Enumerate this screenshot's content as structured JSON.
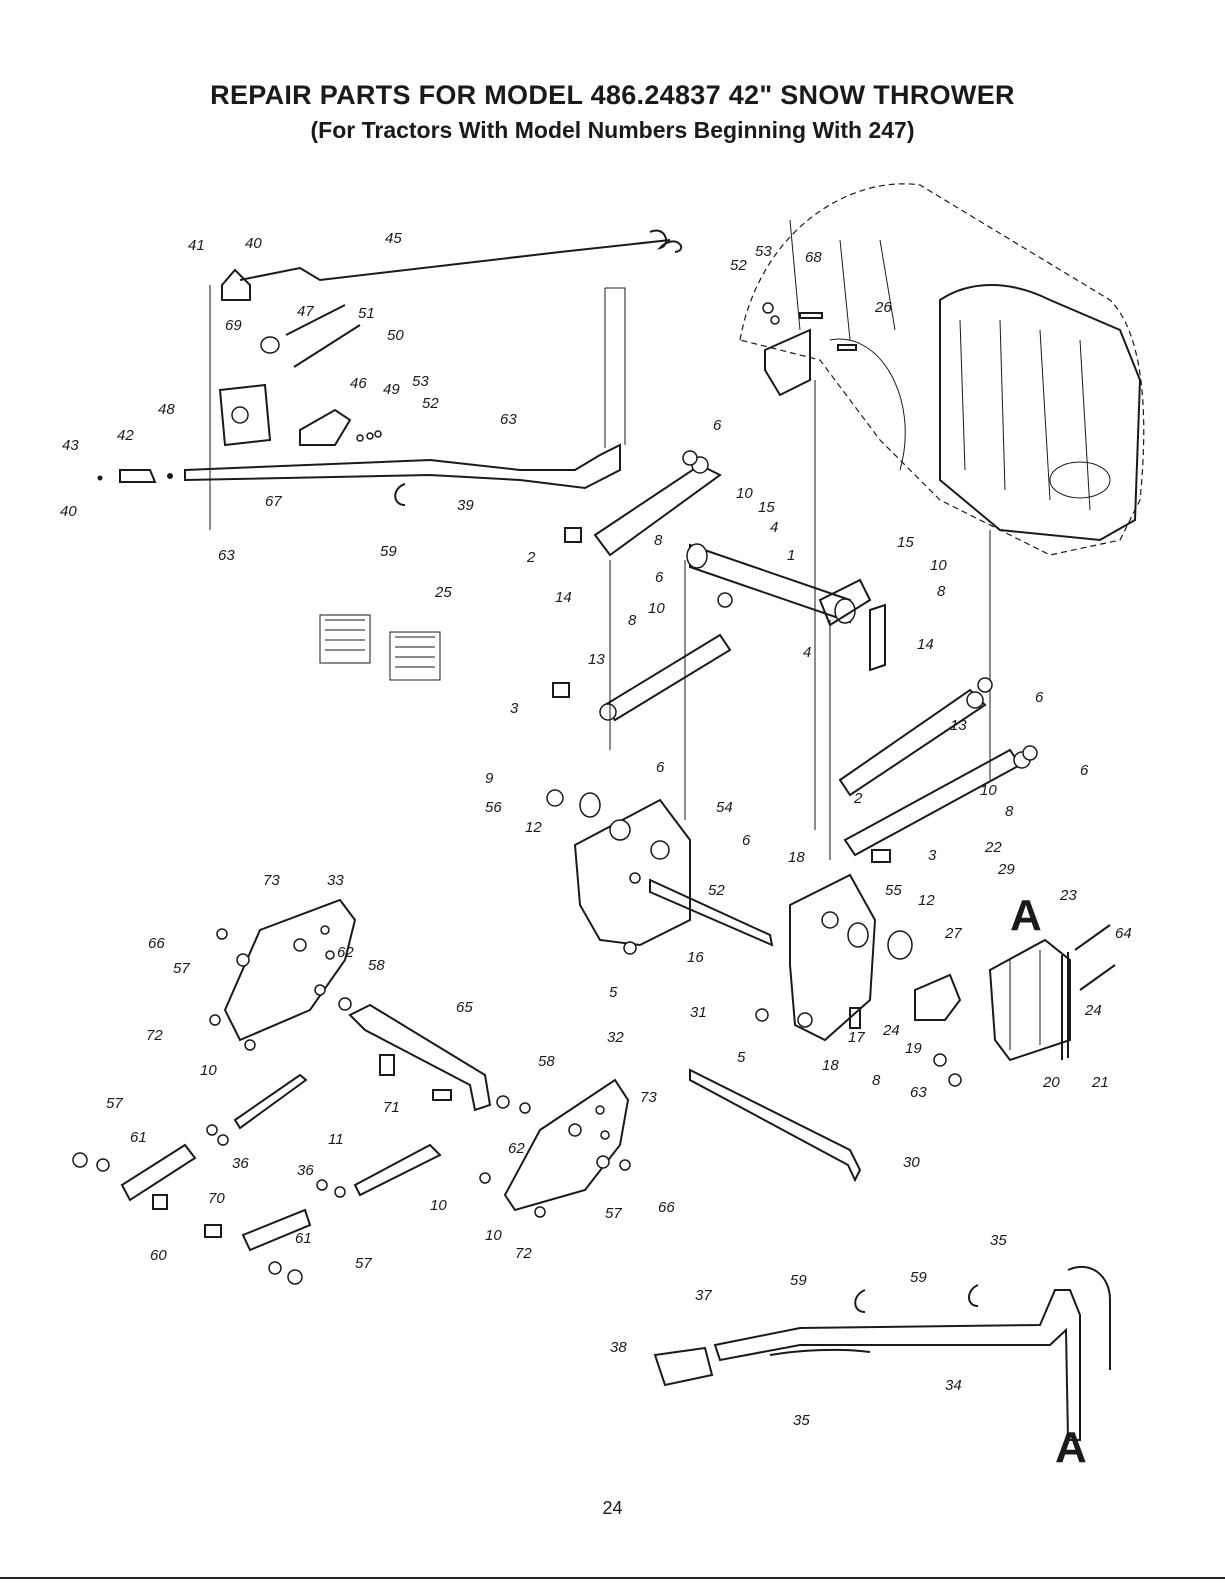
{
  "header": {
    "title": "REPAIR PARTS FOR MODEL 486.24837 42\" SNOW THROWER",
    "subtitle": "(For Tractors With Model Numbers Beginning With 247)"
  },
  "callouts": [
    "A",
    "A"
  ],
  "labels": [
    "41",
    "40",
    "45",
    "52",
    "53",
    "68",
    "26",
    "69",
    "47",
    "51",
    "50",
    "48",
    "46",
    "49",
    "53",
    "52",
    "63",
    "6",
    "43",
    "42",
    "40",
    "67",
    "39",
    "10",
    "15",
    "4",
    "1",
    "63",
    "59",
    "2",
    "8",
    "14",
    "15",
    "10",
    "8",
    "25",
    "6",
    "8",
    "10",
    "13",
    "4",
    "14",
    "6",
    "3",
    "13",
    "6",
    "9",
    "6",
    "54",
    "2",
    "10",
    "8",
    "56",
    "12",
    "6",
    "18",
    "22",
    "3",
    "29",
    "73",
    "33",
    "52",
    "55",
    "12",
    "23",
    "64",
    "66",
    "27",
    "62",
    "58",
    "16",
    "24",
    "57",
    "5",
    "65",
    "31",
    "17",
    "24",
    "19",
    "72",
    "10",
    "32",
    "5",
    "18",
    "8",
    "63",
    "20",
    "21",
    "58",
    "57",
    "73",
    "11",
    "71",
    "61",
    "62",
    "36",
    "36",
    "30",
    "70",
    "66",
    "10",
    "57",
    "10",
    "61",
    "72",
    "60",
    "57",
    "35",
    "59",
    "59",
    "37",
    "38",
    "34",
    "35"
  ],
  "footer": {
    "page_number": "24"
  }
}
